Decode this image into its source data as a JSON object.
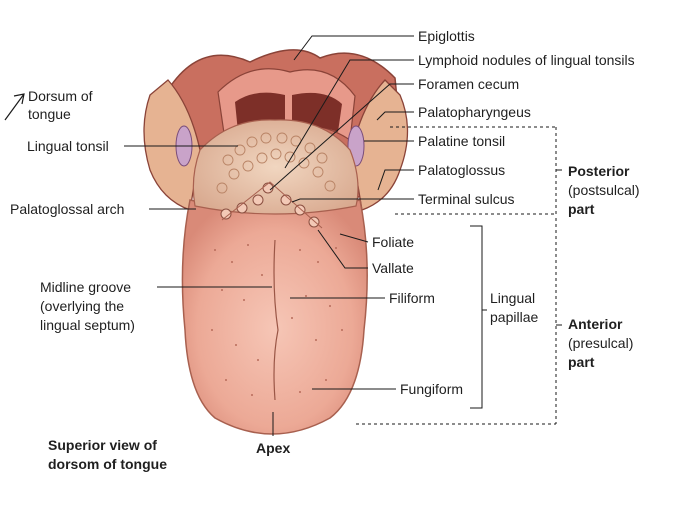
{
  "figure": {
    "caption_line1": "Superior view of",
    "caption_line2": "dorsom of tongue"
  },
  "labels": {
    "epiglottis": "Epiglottis",
    "lymphoid_nodules": "Lymphoid nodules of lingual tonsils",
    "foramen_cecum": "Foramen cecum",
    "palatopharyngeus": "Palatopharyngeus",
    "palatine_tonsil": "Palatine tonsil",
    "palatoglossus": "Palatoglossus",
    "terminal_sulcus": "Terminal sulcus",
    "foliate": "Foliate",
    "vallate": "Vallate",
    "filiform": "Filiform",
    "fungiform": "Fungiform",
    "dorsum_line1": "Dorsum of",
    "dorsum_line2": "tongue",
    "lingual_tonsil": "Lingual tonsil",
    "palatoglossal_arch": "Palatoglossal arch",
    "midline_line1": "Midline groove",
    "midline_line2": "(overlying the",
    "midline_line3": "lingual septum)",
    "apex": "Apex",
    "lingual_papillae_line1": "Lingual",
    "lingual_papillae_line2": "papillae",
    "posterior_line1": "Posterior",
    "posterior_line2": "(postsulcal)",
    "posterior_line3": "part",
    "anterior_line1": "Anterior",
    "anterior_line2": "(presulcal)",
    "anterior_line3": "part"
  },
  "colors": {
    "tongue": "#efb0a0",
    "tongue_shade": "#d98f7e",
    "root": "#e8c4ad",
    "pharynx": "#c96f5f",
    "leader": "#1a1a1a",
    "tonsil": "#c9a3c9"
  }
}
